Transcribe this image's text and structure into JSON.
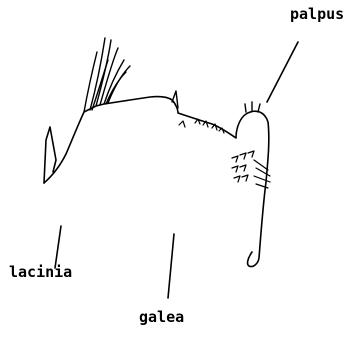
{
  "labels": {
    "palpus": "palpus",
    "lacinia": "lacinia",
    "galea": "galea"
  }
}
